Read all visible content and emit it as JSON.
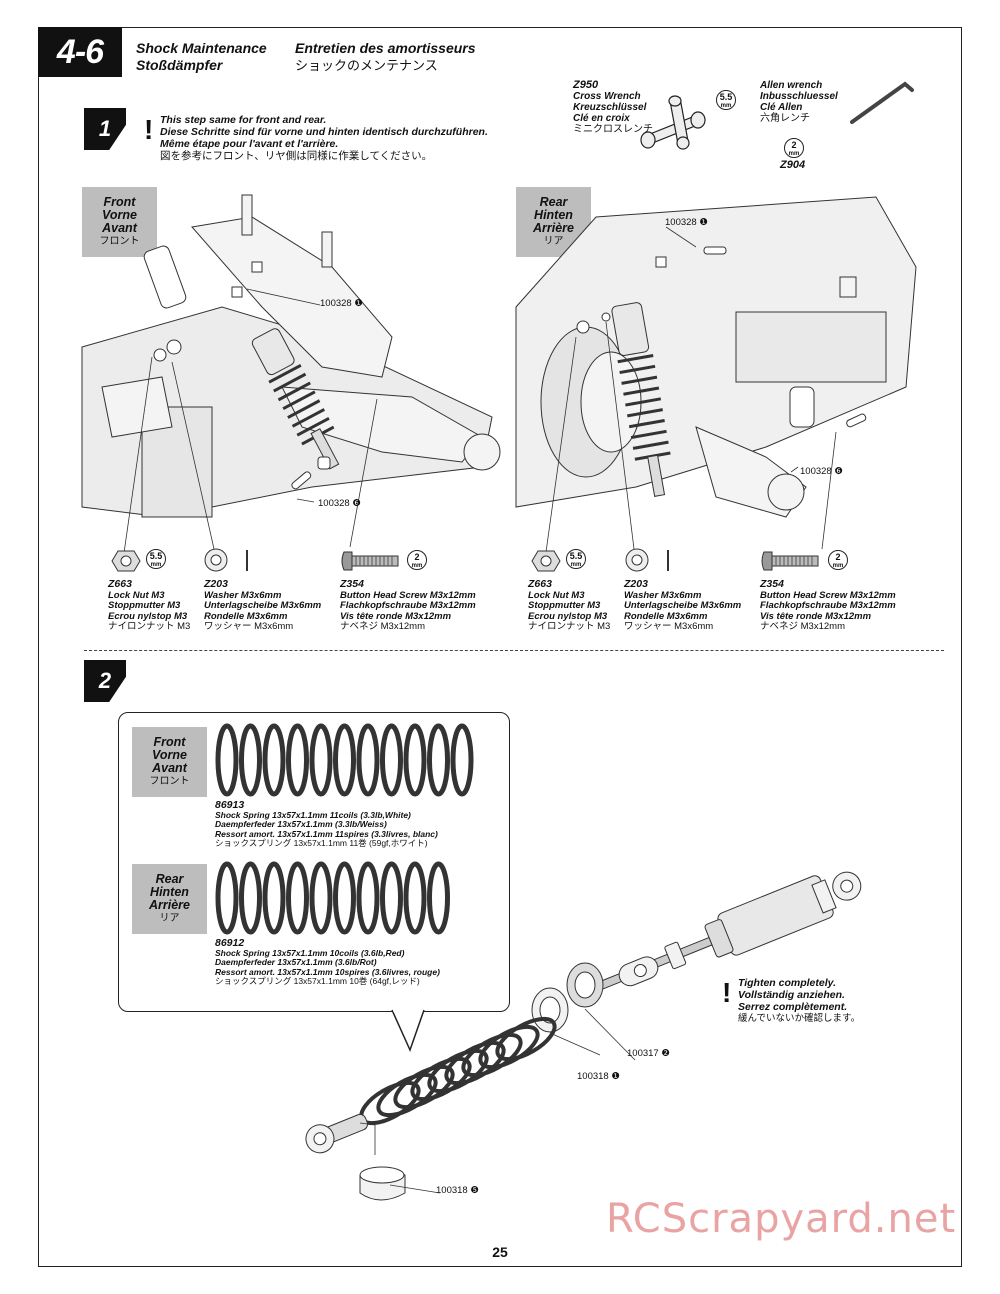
{
  "section": {
    "number": "4-6",
    "title_en": "Shock Maintenance",
    "title_de": "Stoßdämpfer",
    "title_fr": "Entretien des amortisseurs",
    "title_jp": "ショックのメンテナンス"
  },
  "tools": {
    "z950": {
      "code": "Z950",
      "lines": [
        "Cross Wrench",
        "Kreuzschlüssel",
        "Clé en croix",
        "ミニクロスレンチ"
      ],
      "size_top": "5.5",
      "size_bot": "mm"
    },
    "z904": {
      "code": "Z904",
      "lines": [
        "Allen wrench",
        "Inbusschluessel",
        "Clé Allen",
        "六角レンチ"
      ],
      "size_top": "2",
      "size_bot": "mm"
    }
  },
  "step1": {
    "number": "1",
    "note": [
      "This step same for front and rear.",
      "Diese Schritte sind für vorne und hinten identisch durchzuführen.",
      "Même étape pour l'avant et l'arrière.",
      "図を参考にフロント、リヤ側は同様に作業してください。"
    ],
    "front_label": [
      "Front",
      "Vorne",
      "Avant",
      "フロント"
    ],
    "rear_label": [
      "Rear",
      "Hinten",
      "Arrière",
      "リア"
    ],
    "callouts": {
      "f1": "100328 ❶",
      "f2": "100328 ❻",
      "r1": "100328 ❶",
      "r2": "100328 ❻"
    },
    "parts": [
      {
        "code": "Z663",
        "lines": [
          "Lock Nut M3",
          "Stoppmutter M3",
          "Ecrou nylstop M3",
          "ナイロンナット M3"
        ]
      },
      {
        "code": "Z203",
        "lines": [
          "Washer M3x6mm",
          "Unterlagscheibe M3x6mm",
          "Rondelle M3x6mm",
          "ワッシャー M3x6mm"
        ]
      },
      {
        "code": "Z354",
        "lines": [
          "Button Head Screw M3x12mm",
          "Flachkopfschraube M3x12mm",
          "Vis tête ronde M3x12mm",
          "ナベネジ M3x12mm"
        ]
      }
    ],
    "badge55": [
      "5.5",
      "mm"
    ],
    "badge2": [
      "2",
      "mm"
    ]
  },
  "step2": {
    "number": "2",
    "front_label": [
      "Front",
      "Vorne",
      "Avant",
      "フロント"
    ],
    "rear_label": [
      "Rear",
      "Hinten",
      "Arrière",
      "リア"
    ],
    "spring_front": {
      "code": "86913",
      "lines": [
        "Shock Spring 13x57x1.1mm 11coils (3.3lb,White)",
        "Daempferfeder 13x57x1.1mm (3.3lb/Weiss)",
        "Ressort amort. 13x57x1.1mm 11spires (3.3livres, blanc)",
        "ショックスプリング 13x57x1.1mm 11巻 (59gf,ホワイト)"
      ]
    },
    "spring_rear": {
      "code": "86912",
      "lines": [
        "Shock Spring 13x57x1.1mm 10coils (3.6lb,Red)",
        "Daempferfeder 13x57x1.1mm (3.6lb/Rot)",
        "Ressort amort. 13x57x1.1mm 10spires (3.6livres, rouge)",
        "ショックスプリング 13x57x1.1mm 10巻 (64gf,レッド)"
      ]
    },
    "tighten": [
      "Tighten completely.",
      "Vollständig anziehen.",
      "Serrez complètement.",
      "緩んでいないか確認します。"
    ],
    "callouts": {
      "c317": "100317 ❷",
      "c318a": "100318 ❶",
      "c318b": "100318 ❺"
    }
  },
  "page_number": "25",
  "watermark": "RCScrapyard.net"
}
